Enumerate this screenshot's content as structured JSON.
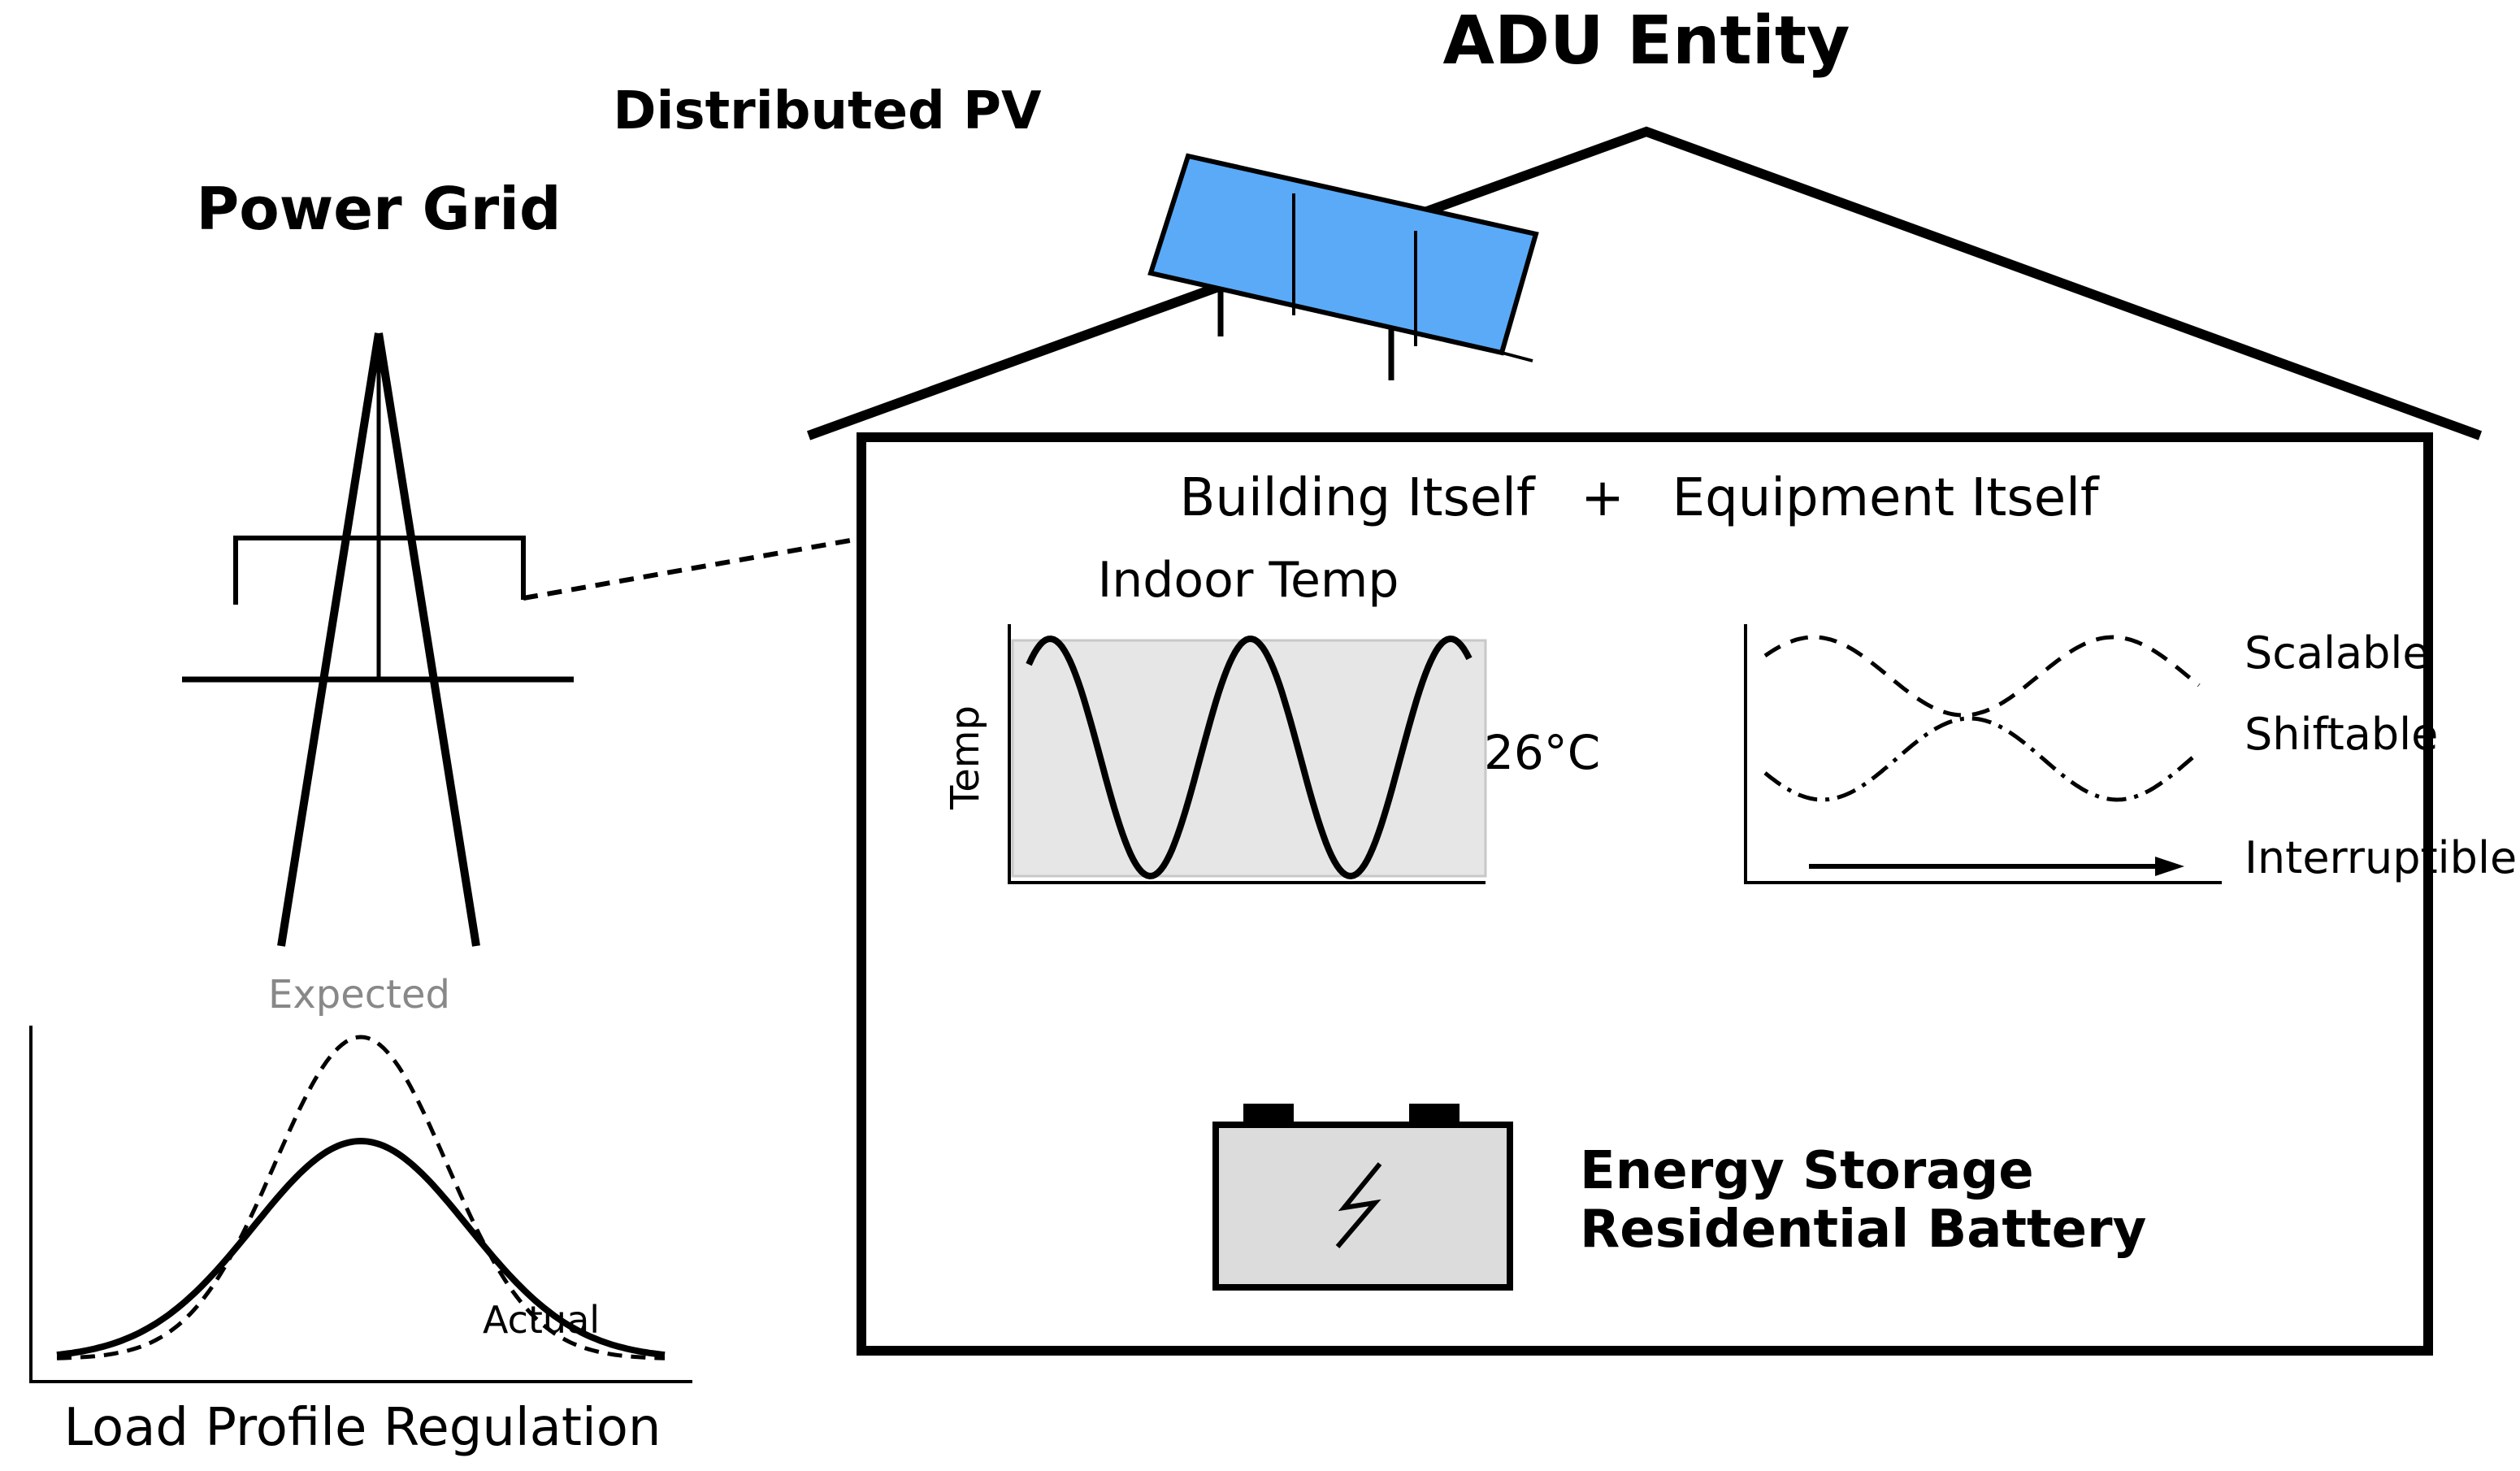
{
  "titles": {
    "adu_entity": "ADU Entity",
    "distributed_pv": "Distributed PV",
    "power_grid": "Power Grid"
  },
  "house": {
    "header": {
      "building": "Building Itself",
      "plus": "+",
      "equipment": "Equipment Itself"
    },
    "indoor_temp": {
      "title": "Indoor Temp",
      "ylabel": "Temp",
      "value_label": "26°C"
    },
    "load_types": {
      "scalable": "Scalable",
      "shiftable": "Shiftable",
      "interruptible": "Interruptible"
    },
    "storage": {
      "line1": "Energy Storage",
      "line2": "Residential Battery",
      "icon": "lightning-bolt-icon"
    }
  },
  "load_profile": {
    "title": "Load Profile Regulation",
    "expected_label": "Expected",
    "actual_label": "Actual"
  },
  "colors": {
    "solar_panel": "#5aaaf8",
    "indoor_bg": "#e6e6e6",
    "battery_fill": "#dcdcdc",
    "expected_label": "#888888",
    "line": "#000000"
  }
}
